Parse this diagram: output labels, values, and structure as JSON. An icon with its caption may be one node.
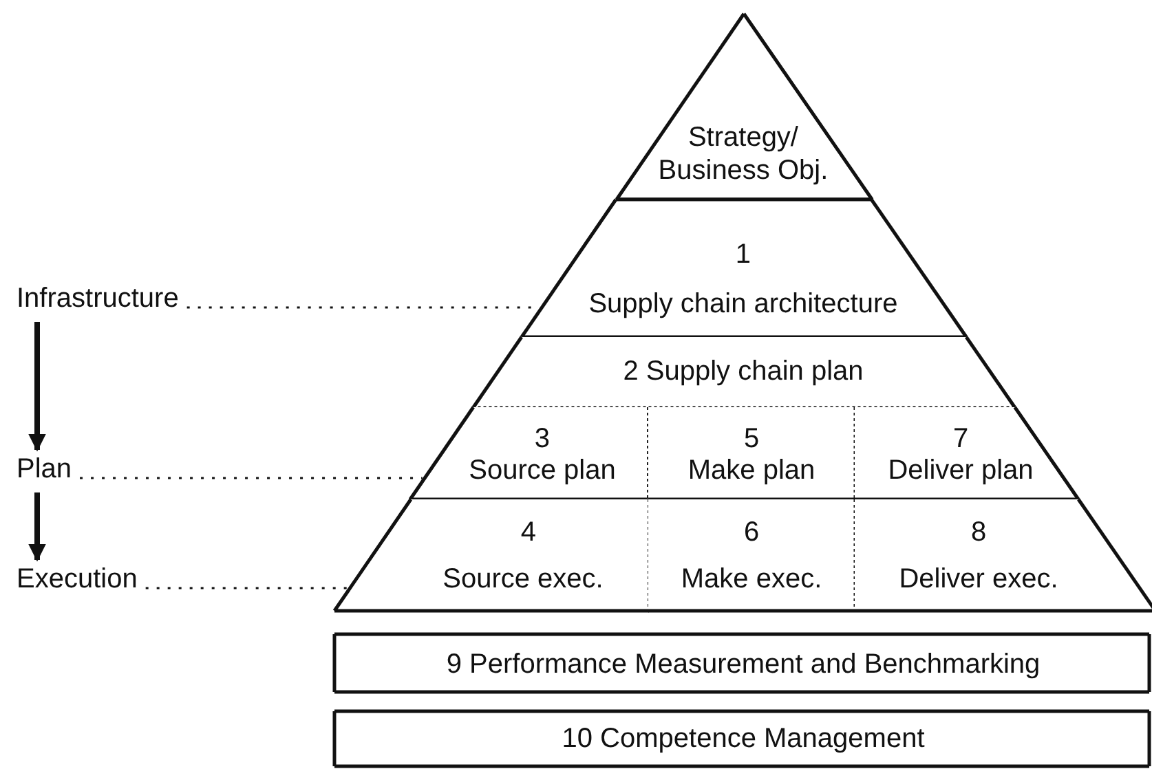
{
  "diagram": {
    "nodes": [
      {
        "text": [
          "Strategy/ Business Obj."
        ]
      },
      {
        "text": [
          "1",
          "Supply chain architecture"
        ]
      },
      {
        "text": [
          "2 Supply chain plan"
        ]
      },
      {
        "text": [
          "3",
          "Source plan"
        ]
      },
      {
        "text": [
          "5",
          "Make plan"
        ]
      },
      {
        "text": [
          "7",
          "Deliver plan"
        ]
      },
      {
        "text": [
          "4",
          "Source exec."
        ]
      },
      {
        "text": [
          "6",
          "Make exec."
        ]
      },
      {
        "text": [
          "8",
          "Deliver exec."
        ]
      },
      {
        "text": [
          "9 Performance Measurement and Benchmarking"
        ]
      },
      {
        "text": [
          "10 Competence Management"
        ]
      },
      {
        "text": [
          "Infrastructure"
        ]
      },
      {
        "text": [
          "Plan"
        ]
      },
      {
        "text": [
          "Execution"
        ]
      }
    ],
    "edges": [
      {
        "from": 11,
        "to": 1,
        "arrow": "none",
        "style": "dashed"
      },
      {
        "from": 12,
        "to": 3,
        "arrow": "none",
        "style": "dashed"
      },
      {
        "from": 13,
        "to": 6,
        "arrow": "none",
        "style": "dashed"
      },
      {
        "from": 11,
        "to": 12,
        "arrow": "to",
        "style": "thick"
      },
      {
        "from": 12,
        "to": 13,
        "arrow": "to",
        "style": "thick"
      }
    ]
  }
}
